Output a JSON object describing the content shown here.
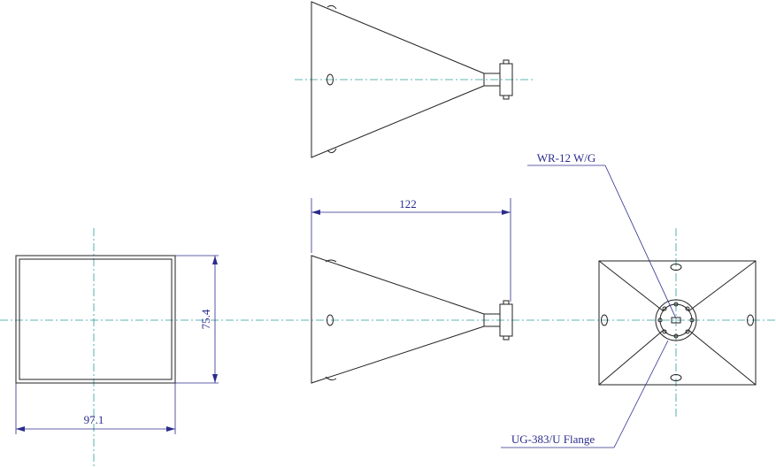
{
  "dimensions": {
    "length": "122",
    "height": "75.4",
    "width": "97.1"
  },
  "labels": {
    "waveguide": "WR-12 W/G",
    "flange": "UG-383/U Flange"
  },
  "colors": {
    "outline": "#222222",
    "centerline": "#2b9c9c",
    "dimension": "#2b2b8c"
  }
}
